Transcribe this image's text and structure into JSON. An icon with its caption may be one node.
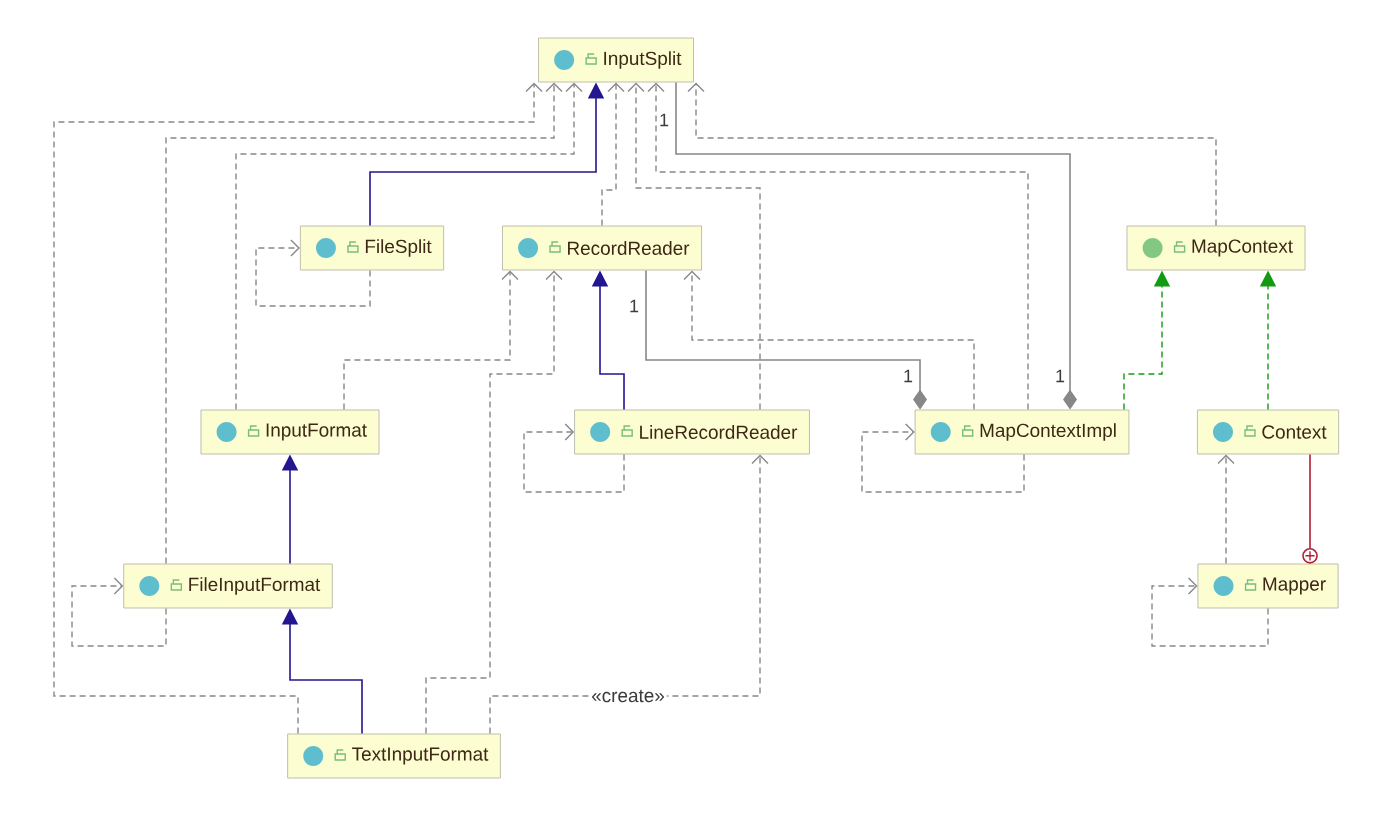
{
  "diagram": {
    "nodes": [
      {
        "text": [
          "InputSplit"
        ]
      },
      {
        "text": [
          "FileSplit"
        ]
      },
      {
        "text": [
          "RecordReader"
        ]
      },
      {
        "text": [
          "MapContext"
        ]
      },
      {
        "text": [
          "InputFormat"
        ]
      },
      {
        "text": [
          "LineRecordReader"
        ]
      },
      {
        "text": [
          "MapContextImpl"
        ]
      },
      {
        "text": [
          "Context"
        ]
      },
      {
        "text": [
          "FileInputFormat"
        ]
      },
      {
        "text": [
          "Mapper"
        ]
      },
      {
        "text": [
          "TextInputFormat"
        ]
      }
    ],
    "edges": [
      {
        "from": 10,
        "to": 0,
        "arrow": "to",
        "style": "dashed"
      },
      {
        "from": 8,
        "to": 0,
        "arrow": "to",
        "style": "dashed"
      },
      {
        "from": 4,
        "to": 0,
        "arrow": "to",
        "style": "dashed"
      },
      {
        "from": 1,
        "to": 0,
        "arrow": "to",
        "color": "#23168f"
      },
      {
        "from": 2,
        "to": 0,
        "arrow": "to",
        "style": "dashed"
      },
      {
        "from": 5,
        "to": 0,
        "arrow": "to",
        "style": "dashed"
      },
      {
        "from": 6,
        "to": 0,
        "arrow": "to",
        "style": "dashed"
      },
      {
        "from": 6,
        "to": 0,
        "arrow": "other"
      },
      {
        "from": 3,
        "to": 0,
        "arrow": "to",
        "style": "dashed"
      },
      {
        "from": 4,
        "to": 2,
        "arrow": "to",
        "style": "dashed"
      },
      {
        "from": 10,
        "to": 2,
        "arrow": "to",
        "style": "dashed"
      },
      {
        "from": 5,
        "to": 2,
        "arrow": "to",
        "color": "#23168f"
      },
      {
        "from": 6,
        "to": 2,
        "arrow": "other"
      },
      {
        "from": 6,
        "to": 2,
        "arrow": "to",
        "style": "dashed"
      },
      {
        "from": 6,
        "to": 3,
        "arrow": "to",
        "style": "dashed",
        "color": "#139a13"
      },
      {
        "from": 7,
        "to": 3,
        "arrow": "to",
        "style": "dashed",
        "color": "#139a13"
      },
      {
        "from": 9,
        "to": 7,
        "arrow": "to",
        "style": "dashed"
      },
      {
        "from": 7,
        "to": 9,
        "arrow": "other",
        "color": "#b02035"
      },
      {
        "from": 8,
        "to": 4,
        "arrow": "to",
        "color": "#23168f"
      },
      {
        "from": 10,
        "to": 8,
        "arrow": "to",
        "color": "#23168f"
      },
      {
        "from": 10,
        "to": 5,
        "arrow": "to",
        "style": "dashed",
        "label": "«create»"
      },
      {
        "from": 1,
        "to": 1,
        "arrow": "to",
        "style": "dashed"
      },
      {
        "from": 5,
        "to": 5,
        "arrow": "to",
        "style": "dashed"
      },
      {
        "from": 6,
        "to": 6,
        "arrow": "to",
        "style": "dashed"
      },
      {
        "from": 8,
        "to": 8,
        "arrow": "to",
        "style": "dashed"
      },
      {
        "from": 9,
        "to": 9,
        "arrow": "to",
        "style": "dashed"
      }
    ],
    "labels": [
      "1",
      "1",
      "1",
      "1"
    ]
  }
}
